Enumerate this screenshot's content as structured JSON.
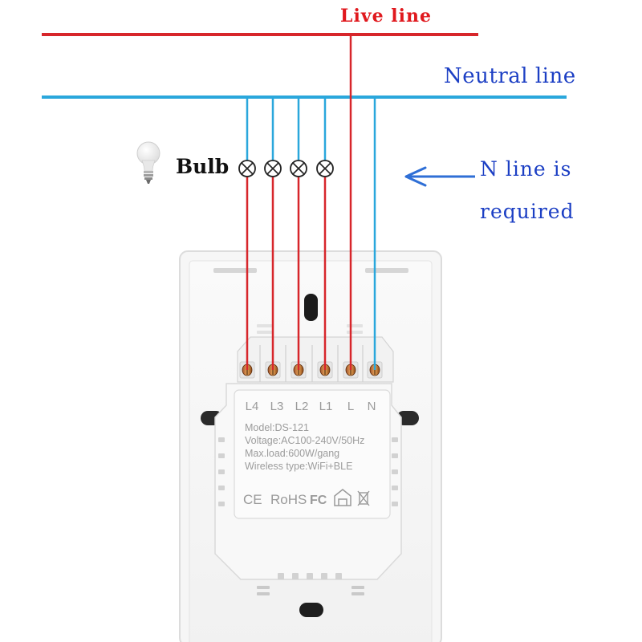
{
  "labels": {
    "live": "Live line",
    "neutral": "Neutral line",
    "bulb": "Bulb",
    "note_line1": "N line is",
    "note_line2": "required"
  },
  "terminals": [
    "L4",
    "L3",
    "L2",
    "L1",
    "L",
    "N"
  ],
  "specs": {
    "model": "Model:DS-121",
    "voltage": "Voltage:AC100-240V/50Hz",
    "max_load": "Max.load:600W/gang",
    "wireless": "Wireless type:WiFi+BLE"
  },
  "certifications": [
    "CE",
    "RoHS",
    "FC"
  ],
  "colors": {
    "live": "#d7262b",
    "neutral": "#2aa7dc",
    "arrow": "#2f6fd6",
    "label_live": "#e0191e",
    "label_neutral": "#1c3fc4"
  },
  "icons": [
    "bulb-icon",
    "recycle-icon",
    "weee-bin-icon"
  ]
}
